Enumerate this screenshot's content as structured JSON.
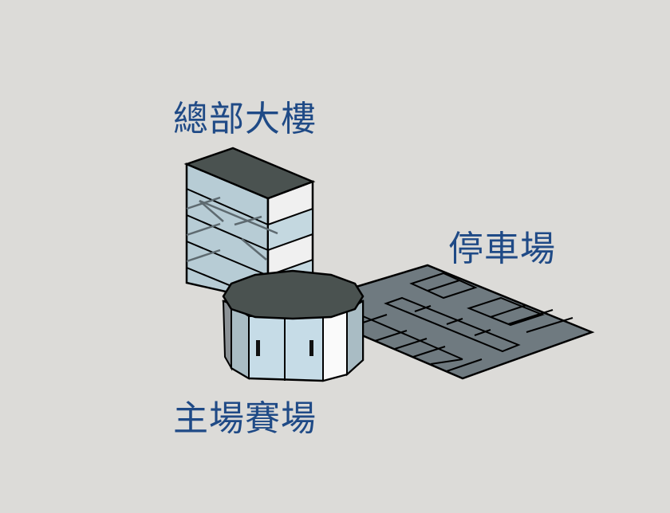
{
  "labels": {
    "headquarters": "總部大樓",
    "parking": "停車場",
    "main_arena": "主場賽場"
  },
  "colors": {
    "background": "#dcdbd8",
    "label_text": "#1f4a86",
    "roof": "#4a5250",
    "glass": "#b9d0da",
    "wall_white": "#f0f0f0",
    "parking_lot": "#6f7a80"
  }
}
